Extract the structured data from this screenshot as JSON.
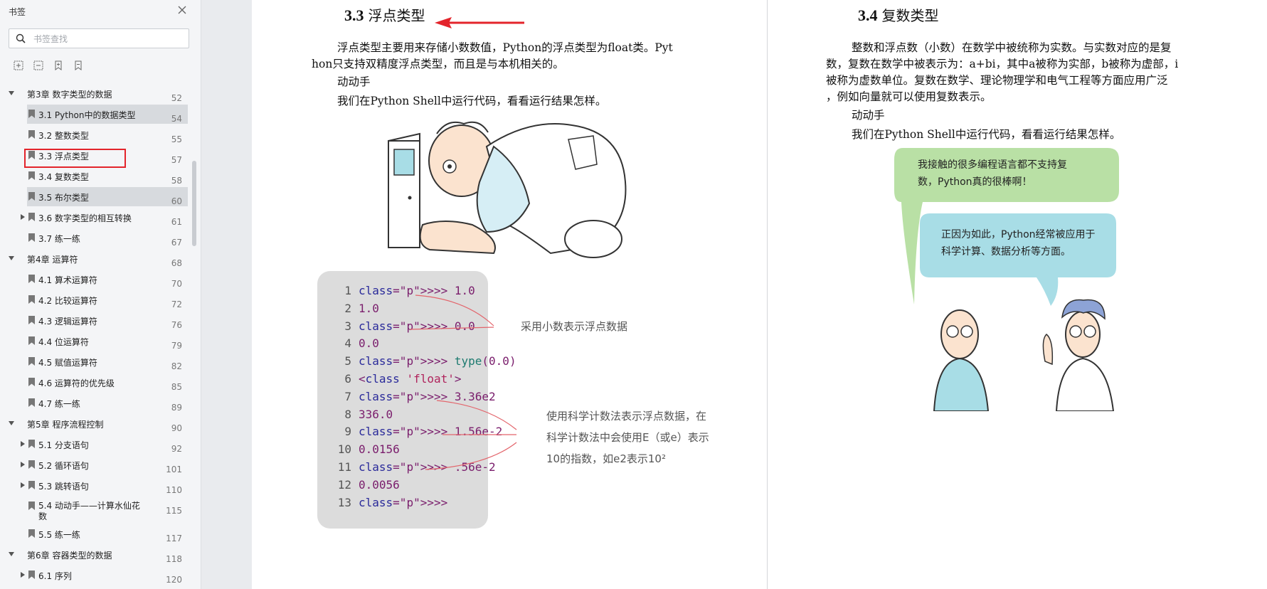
{
  "sidebar": {
    "title": "书签",
    "search_placeholder": "书签查找",
    "toc": [
      {
        "label": "第3章 数字类型的数据",
        "page": "52",
        "level": 1,
        "arrow": "down",
        "selected": false
      },
      {
        "label": "3.1 Python中的数据类型",
        "page": "54",
        "level": 2,
        "arrow": "",
        "selected": true
      },
      {
        "label": "3.2 整数类型",
        "page": "55",
        "level": 2,
        "arrow": "",
        "selected": false
      },
      {
        "label": "3.3 浮点类型",
        "page": "57",
        "level": 2,
        "arrow": "",
        "selected": false
      },
      {
        "label": "3.4 复数类型",
        "page": "58",
        "level": 2,
        "arrow": "",
        "selected": false
      },
      {
        "label": "3.5 布尔类型",
        "page": "60",
        "level": 2,
        "arrow": "",
        "selected": true
      },
      {
        "label": "3.6 数字类型的相互转换",
        "page": "61",
        "level": 2,
        "arrow": "right",
        "selected": false
      },
      {
        "label": "3.7 练一练",
        "page": "67",
        "level": 2,
        "arrow": "",
        "selected": false
      },
      {
        "label": "第4章 运算符",
        "page": "68",
        "level": 1,
        "arrow": "down",
        "selected": false
      },
      {
        "label": "4.1 算术运算符",
        "page": "70",
        "level": 2,
        "arrow": "",
        "selected": false
      },
      {
        "label": "4.2 比较运算符",
        "page": "72",
        "level": 2,
        "arrow": "",
        "selected": false
      },
      {
        "label": "4.3 逻辑运算符",
        "page": "76",
        "level": 2,
        "arrow": "",
        "selected": false
      },
      {
        "label": "4.4 位运算符",
        "page": "79",
        "level": 2,
        "arrow": "",
        "selected": false
      },
      {
        "label": "4.5 赋值运算符",
        "page": "82",
        "level": 2,
        "arrow": "",
        "selected": false
      },
      {
        "label": "4.6 运算符的优先级",
        "page": "85",
        "level": 2,
        "arrow": "",
        "selected": false
      },
      {
        "label": "4.7 练一练",
        "page": "89",
        "level": 2,
        "arrow": "",
        "selected": false
      },
      {
        "label": "第5章 程序流程控制",
        "page": "90",
        "level": 1,
        "arrow": "down",
        "selected": false
      },
      {
        "label": "5.1 分支语句",
        "page": "92",
        "level": 2,
        "arrow": "right",
        "selected": false
      },
      {
        "label": "5.2 循环语句",
        "page": "101",
        "level": 2,
        "arrow": "right",
        "selected": false
      },
      {
        "label": "5.3 跳转语句",
        "page": "110",
        "level": 2,
        "arrow": "right",
        "selected": false
      },
      {
        "label": "5.4 动动手——计算水仙花数",
        "page": "115",
        "level": 2,
        "arrow": "",
        "selected": false,
        "tall": true
      },
      {
        "label": "5.5 练一练",
        "page": "117",
        "level": 2,
        "arrow": "",
        "selected": false
      },
      {
        "label": "第6章 容器类型的数据",
        "page": "118",
        "level": 1,
        "arrow": "down",
        "selected": false
      },
      {
        "label": "6.1 序列",
        "page": "120",
        "level": 2,
        "arrow": "right",
        "selected": false
      }
    ]
  },
  "left_page": {
    "section_num": "3.3",
    "section_title": "浮点类型",
    "para1_line1": "浮点类型主要用来存储小数数值，Python的浮点类型为float类。Pyt",
    "para1_line2": "hon只支持双精度浮点类型，而且是与本机相关的。",
    "hands_on": "动动手",
    "run_text": "我们在Python Shell中运行代码，看看运行结果怎样。",
    "note1": "采用小数表示浮点数据",
    "note2_line1": "使用科学计数法表示浮点数据，在",
    "note2_line2": "科学计数法中会使用E（或e）表示",
    "note2_line3": "10的指数，如e2表示10²"
  },
  "code_lines": [
    {
      "n": "1",
      "t": ">>> 1.0"
    },
    {
      "n": "2",
      "t": "1.0"
    },
    {
      "n": "3",
      "t": ">>> 0.0"
    },
    {
      "n": "4",
      "t": "0.0"
    },
    {
      "n": "5",
      "t": ">>> type(0.0)"
    },
    {
      "n": "6",
      "t": "<class 'float'>"
    },
    {
      "n": "7",
      "t": ">>> 3.36e2"
    },
    {
      "n": "8",
      "t": "336.0"
    },
    {
      "n": "9",
      "t": ">>> 1.56e-2"
    },
    {
      "n": "10",
      "t": "0.0156"
    },
    {
      "n": "11",
      "t": ">>> .56e-2"
    },
    {
      "n": "12",
      "t": "0.0056"
    },
    {
      "n": "13",
      "t": ">>>"
    }
  ],
  "right_page": {
    "section_num": "3.4",
    "section_title": "复数类型",
    "para_l1": "整数和浮点数（小数）在数学中被统称为实数。与实数对应的是复",
    "para_l2": "数，复数在数学中被表示为：a+bi，其中a被称为实部，b被称为虚部，i",
    "para_l3": "被称为虚数单位。复数在数学、理论物理学和电气工程等方面应用广泛",
    "para_l4": "，例如向量就可以使用复数表示。",
    "hands_on": "动动手",
    "run_text": "我们在Python Shell中运行代码，看看运行结果怎样。",
    "bubble1_l1": "我接触的很多编程语言都不支持复",
    "bubble1_l2": "数，Python真的很棒啊！",
    "bubble2_l1": "正因为如此，Python经常被应用于",
    "bubble2_l2": "科学计算、数据分析等方面。"
  },
  "colors": {
    "highlight_red": "#e3242b",
    "bubble_green": "#b9e0a5",
    "bubble_blue": "#a8dde6",
    "code_bg": "#dcdcdc"
  }
}
